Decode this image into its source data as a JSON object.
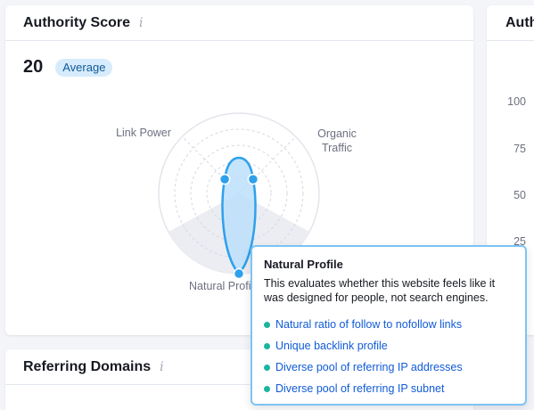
{
  "authority_card": {
    "title": "Authority Score",
    "info_icon": "info-icon",
    "score": "20",
    "badge": "Average",
    "radar": {
      "labels": {
        "link_power": "Link Power",
        "organic_traffic": "Organic Traffic",
        "natural_profile": "Natural Profile"
      },
      "values": {
        "link_power": 0.25,
        "organic_traffic": 0.25,
        "natural_profile": 1.0
      }
    }
  },
  "right_card": {
    "title": "Authority",
    "y_ticks": [
      "100",
      "75",
      "50",
      "25"
    ]
  },
  "referring_card": {
    "title": "Referring Domains",
    "info_icon": "info-icon"
  },
  "tooltip": {
    "title": "Natural Profile",
    "body": "This evaluates whether this website feels like it was designed for people, not search engines.",
    "items": [
      "Natural ratio of follow to nofollow links",
      "Unique backlink profile",
      "Diverse pool of referring IP addresses",
      "Diverse pool of referring IP subnet"
    ]
  },
  "colors": {
    "accent": "#2fa1eb",
    "radar_fill": "#bcdffb",
    "dot_green": "#1ab5a1",
    "link_blue": "#105bd8",
    "badge_bg": "#d6ecfc",
    "badge_text": "#105998"
  }
}
